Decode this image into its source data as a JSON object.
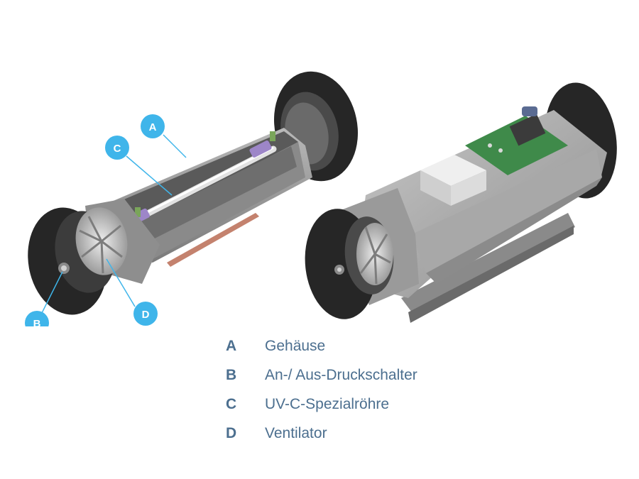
{
  "colors": {
    "callout": "#3fb5ea",
    "legend_text": "#4c6f8f",
    "housing": "#9a9a9a",
    "disc": "#262626",
    "pcb": "#3f8a4a"
  },
  "callouts": {
    "a": "A",
    "b": "B",
    "c": "C",
    "d": "D"
  },
  "legend": [
    {
      "key": "A",
      "label": "Gehäuse"
    },
    {
      "key": "B",
      "label": "An-/ Aus-Druckschalter"
    },
    {
      "key": "C",
      "label": "UV-C-Spezialröhre"
    },
    {
      "key": "D",
      "label": "Ventilator"
    }
  ]
}
